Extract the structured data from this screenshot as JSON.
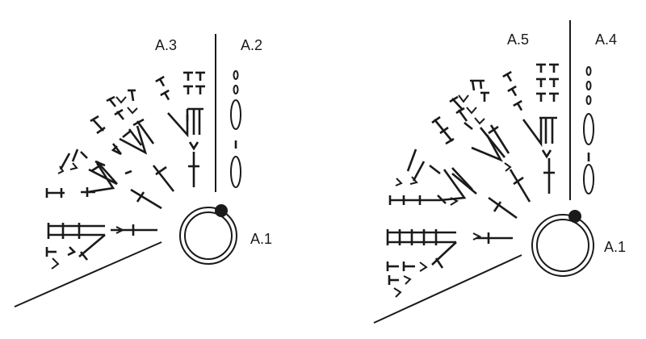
{
  "diagrams": [
    {
      "name": "left",
      "labels": {
        "center": "A.1",
        "pattern_b": "A.2",
        "pattern_a": "A.3"
      }
    },
    {
      "name": "right",
      "labels": {
        "center": "A.1",
        "pattern_b": "A.4",
        "pattern_a": "A.5"
      }
    }
  ],
  "colors": {
    "ink": "#1a1a1a",
    "background": "#ffffff"
  },
  "symbols": [
    "magic-ring",
    "slip-stitch-dot",
    "chain-oval",
    "treble",
    "double-crochet",
    "increase-v",
    "half-treble-t"
  ]
}
